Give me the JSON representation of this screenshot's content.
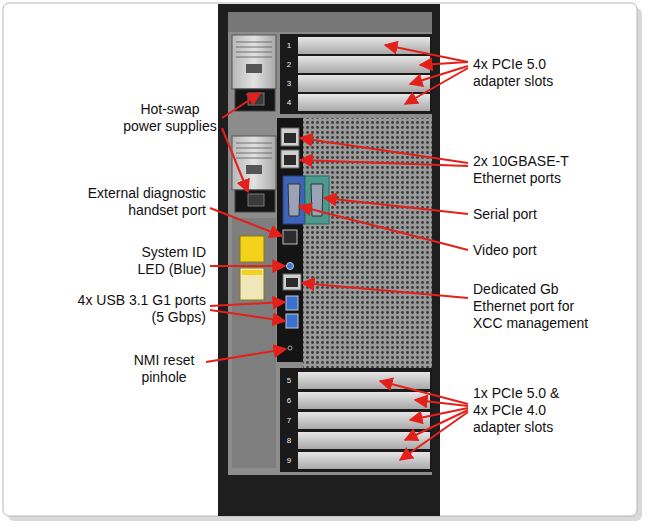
{
  "diagram": {
    "labels": [
      "Hot-swap power supplies",
      "4x PCIe 5.0 adapter slots",
      "2x 10GBASE-T Ethernet ports",
      "External diagnostic handset port",
      "Serial port",
      "Video port",
      "System ID LED (Blue)",
      "Dedicated Gb Ethernet port for XCC management",
      "4x USB 3.1 G1 ports (5 Gbps)",
      "NMI reset pinhole",
      "1x PCIe 5.0 & 4x PCIe 4.0 adapter slots",
      "1",
      "2",
      "3",
      "4",
      "5",
      "6",
      "7",
      "8",
      "9"
    ]
  }
}
